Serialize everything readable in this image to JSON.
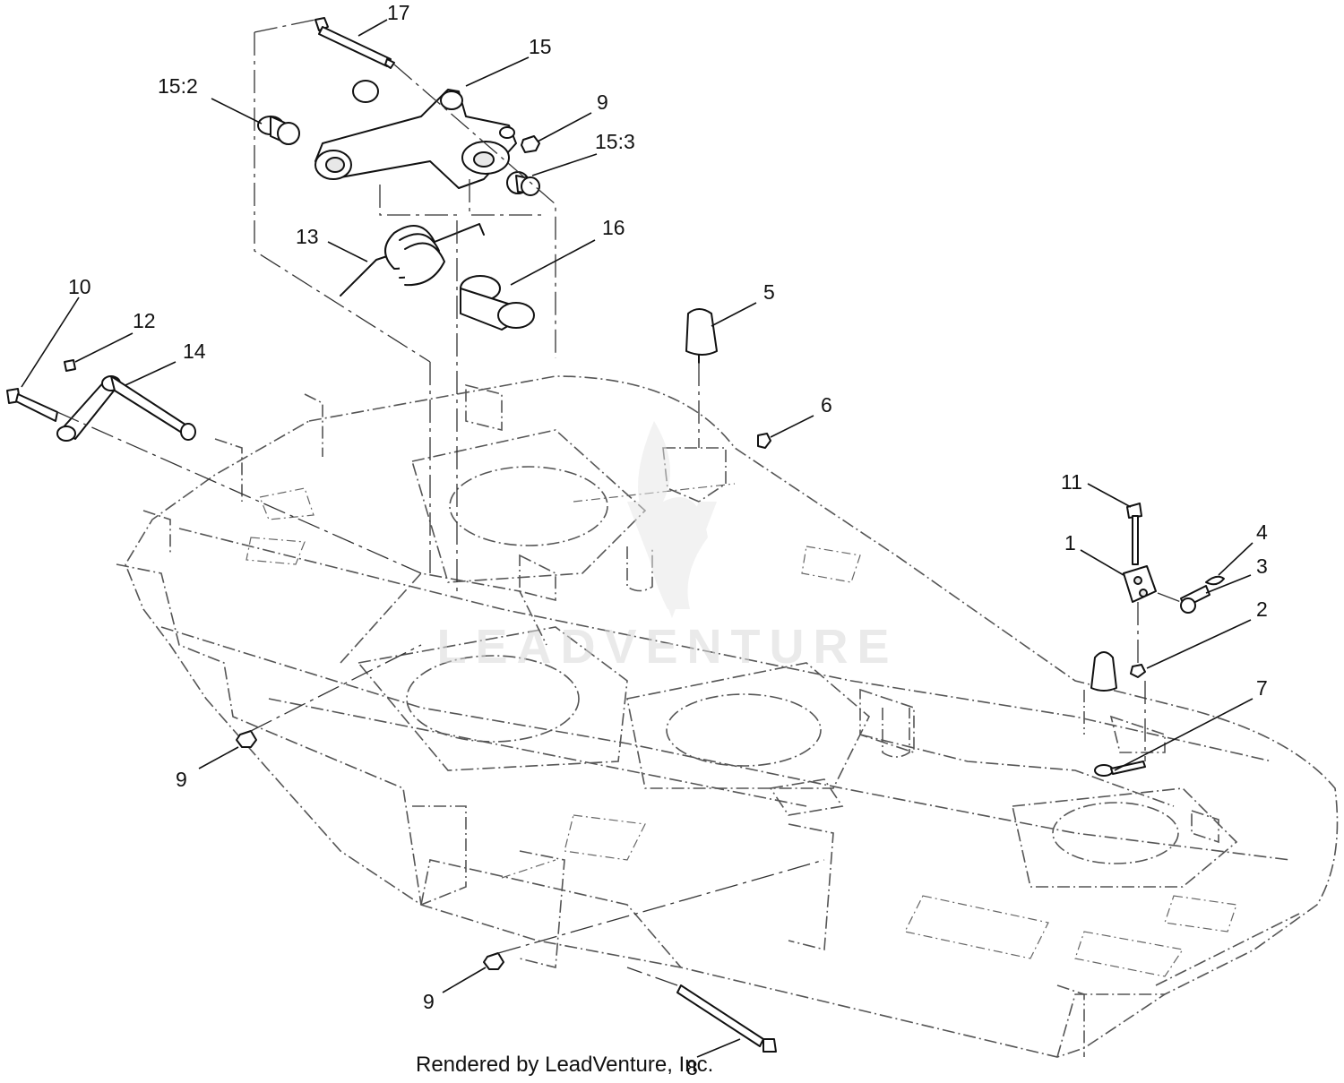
{
  "callouts": [
    {
      "id": "p17",
      "label": "17"
    },
    {
      "id": "p15",
      "label": "15"
    },
    {
      "id": "p15_2",
      "label": "15:2"
    },
    {
      "id": "p9a",
      "label": "9"
    },
    {
      "id": "p15_3",
      "label": "15:3"
    },
    {
      "id": "p13",
      "label": "13"
    },
    {
      "id": "p16",
      "label": "16"
    },
    {
      "id": "p10",
      "label": "10"
    },
    {
      "id": "p12",
      "label": "12"
    },
    {
      "id": "p14",
      "label": "14"
    },
    {
      "id": "p5",
      "label": "5"
    },
    {
      "id": "p6",
      "label": "6"
    },
    {
      "id": "p11",
      "label": "11"
    },
    {
      "id": "p4",
      "label": "4"
    },
    {
      "id": "p1",
      "label": "1"
    },
    {
      "id": "p3",
      "label": "3"
    },
    {
      "id": "p2",
      "label": "2"
    },
    {
      "id": "p7",
      "label": "7"
    },
    {
      "id": "p9b",
      "label": "9"
    },
    {
      "id": "p9c",
      "label": "9"
    },
    {
      "id": "p8",
      "label": "8"
    }
  ],
  "watermark": "LEADVENTURE",
  "credit": "Rendered by LeadVenture, Inc."
}
